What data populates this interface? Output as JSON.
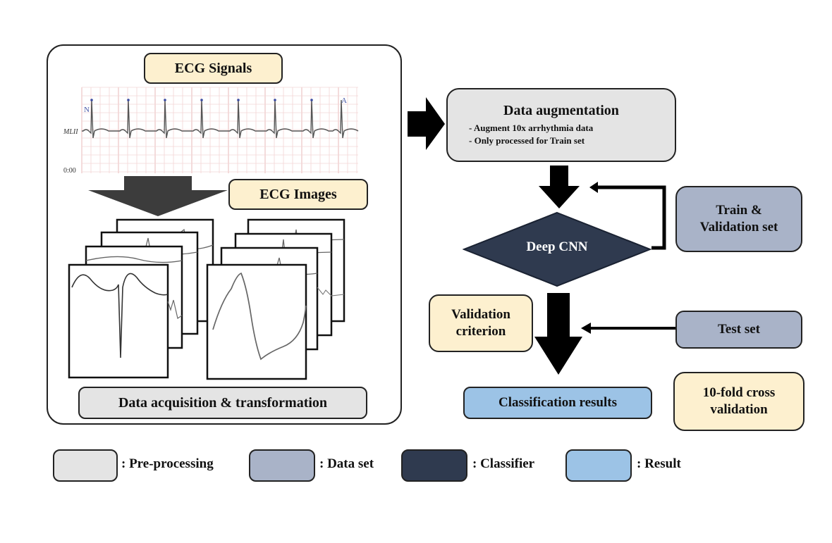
{
  "panel": {
    "ecg_signals_label": "ECG Signals",
    "ecg_images_label": "ECG Images",
    "acquisition_label": "Data acquisition & transformation",
    "strip_lead_label": "MLII",
    "strip_time_label": "0:00",
    "beat_markers": [
      "N",
      "A"
    ]
  },
  "flow": {
    "augmentation": {
      "title": "Data augmentation",
      "bullets": [
        "- Augment 10x arrhythmia data",
        "- Only processed for Train set"
      ]
    },
    "classifier": "Deep CNN",
    "train_val": [
      "Train &",
      "Validation set"
    ],
    "validation_criterion": [
      "Validation",
      "criterion"
    ],
    "test_set": "Test set",
    "results": "Classification results",
    "cross_validation": [
      "10-fold cross",
      "validation"
    ]
  },
  "legend": [
    {
      "label": ": Pre-processing",
      "color": "#e4e4e4"
    },
    {
      "label": ": Data set",
      "color": "#a9b3c8"
    },
    {
      "label": ": Classifier",
      "color": "#2f3a4f"
    },
    {
      "label": ": Result",
      "color": "#9cc3e6"
    }
  ]
}
